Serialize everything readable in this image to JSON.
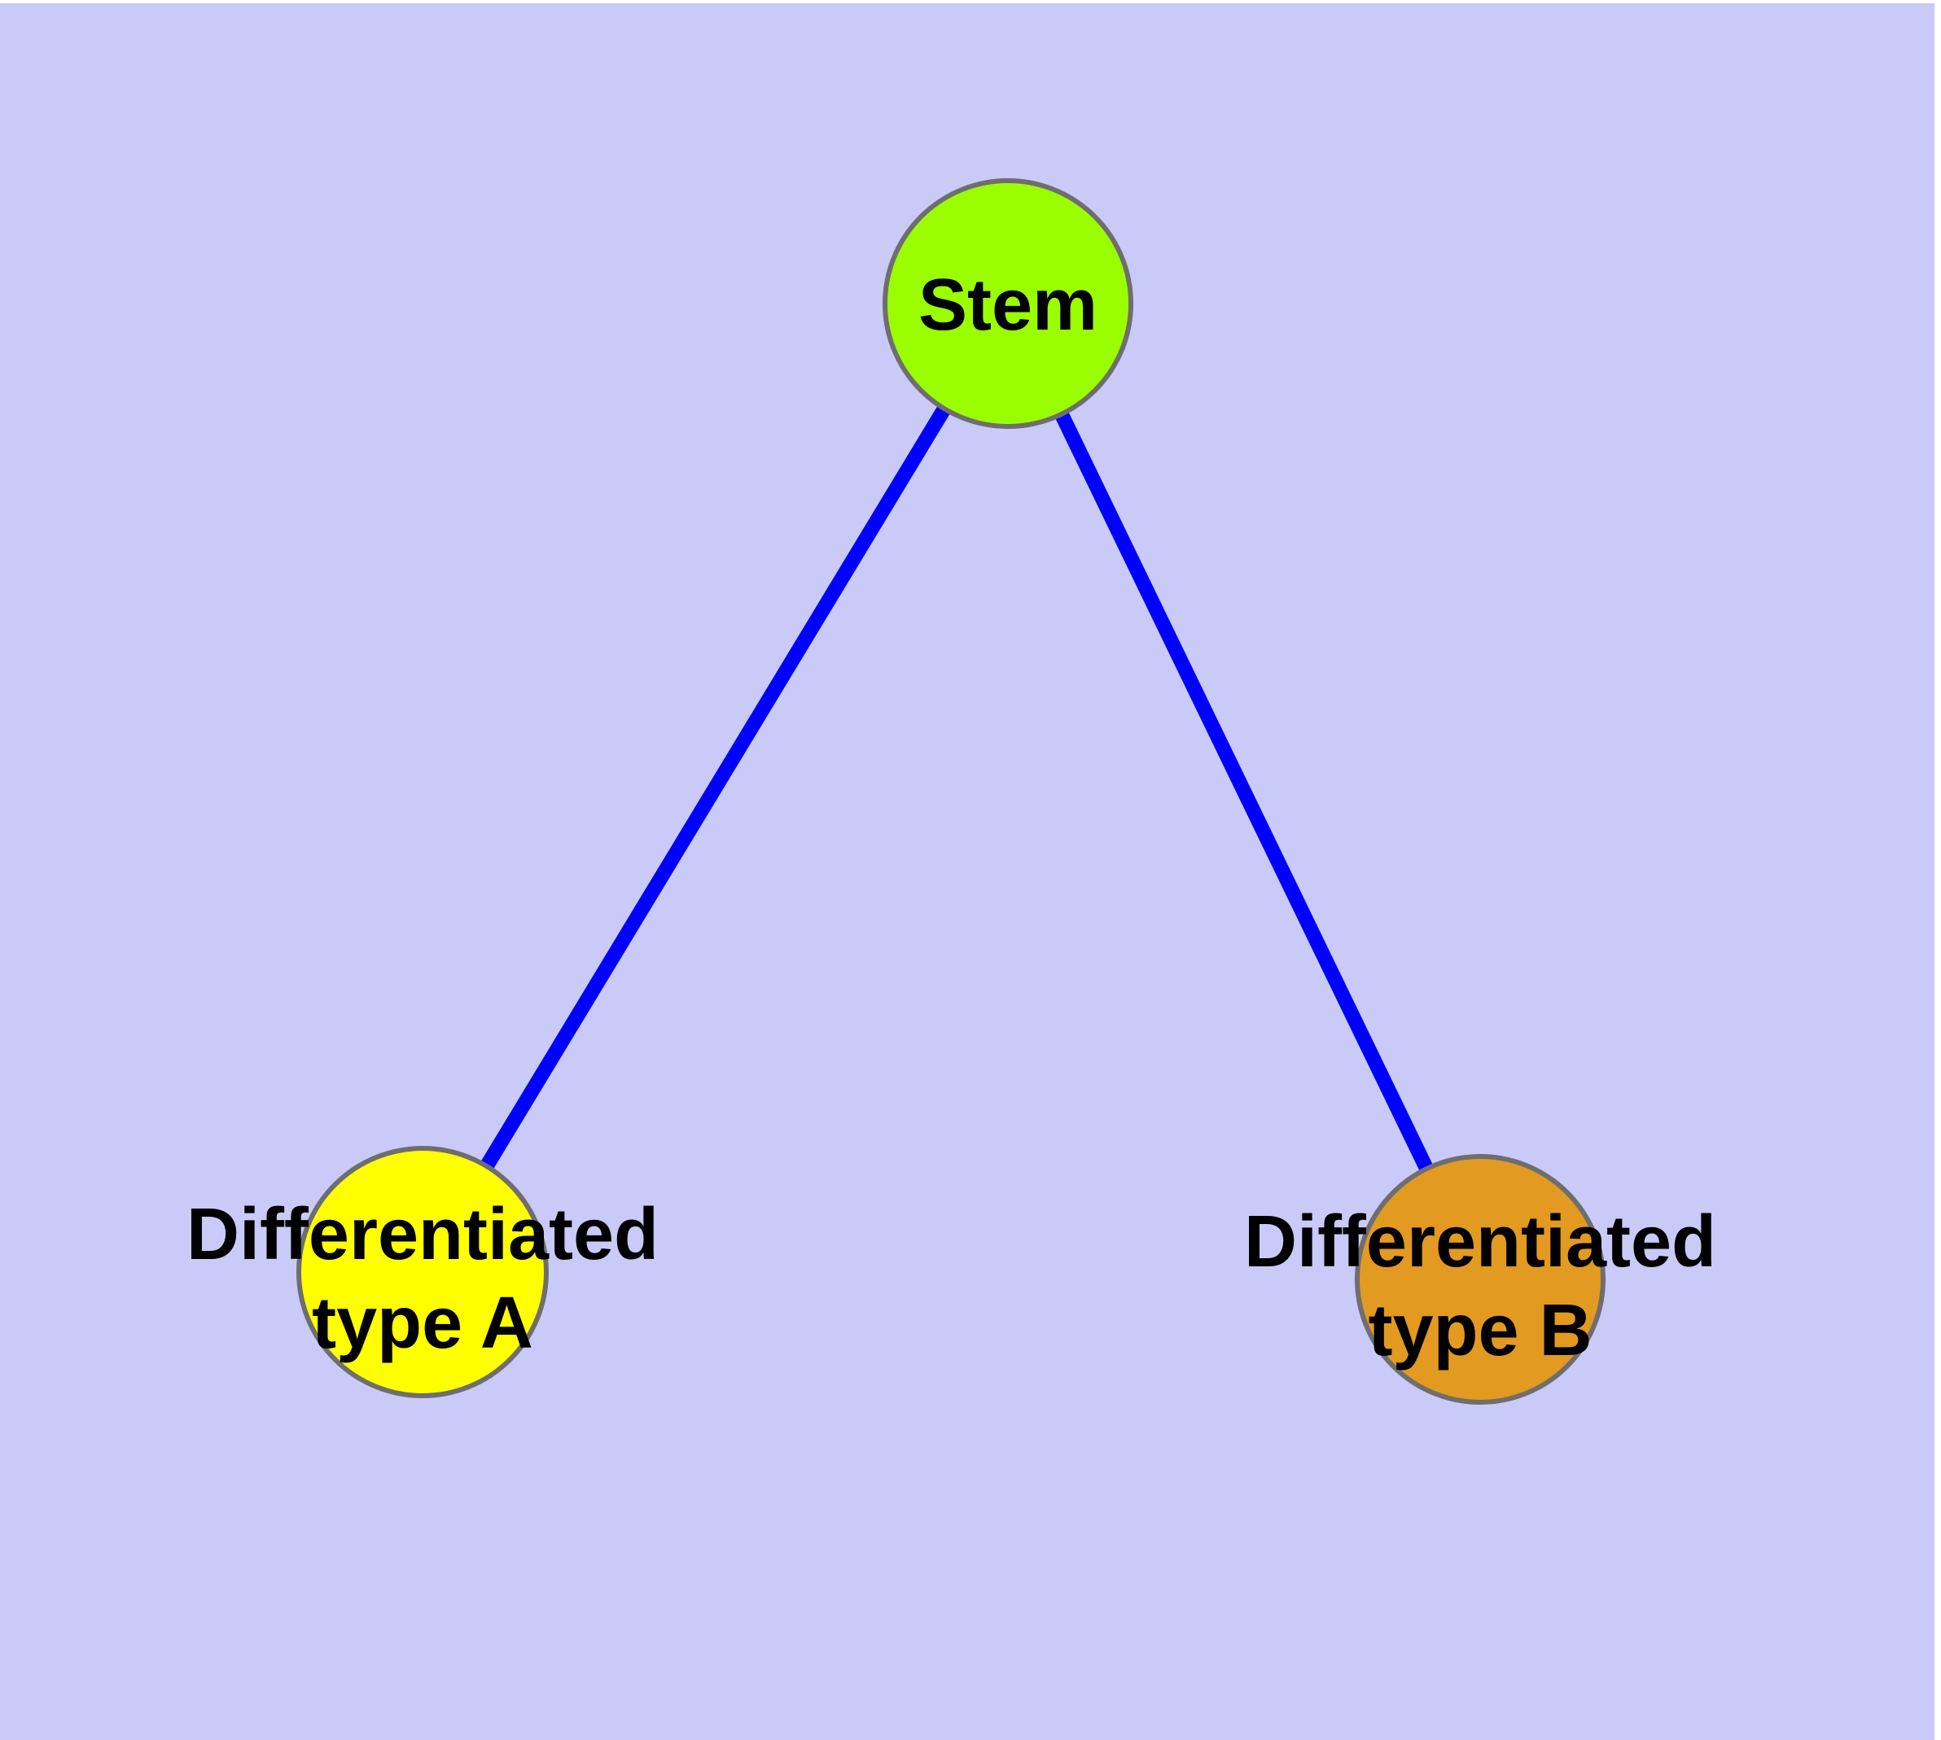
{
  "graph": {
    "background_color": "#CACAF8",
    "page_margin_color": "#FFFFFF",
    "node_border_color": "#6E6E6E",
    "edge_color": "#0000FF",
    "label_color": "#000000",
    "nodes": [
      {
        "id": "stem",
        "label_lines": [
          "Stem"
        ],
        "color": "#9AFE00"
      },
      {
        "id": "differentiated-type-a",
        "label_lines": [
          "Differentiated",
          "type A"
        ],
        "color": "#FFFF00"
      },
      {
        "id": "differentiated-type-b",
        "label_lines": [
          "Differentiated",
          "type B"
        ],
        "color": "#E39A20"
      }
    ],
    "edges": [
      {
        "from": "stem",
        "to": "differentiated-type-a"
      },
      {
        "from": "stem",
        "to": "differentiated-type-b"
      }
    ]
  }
}
